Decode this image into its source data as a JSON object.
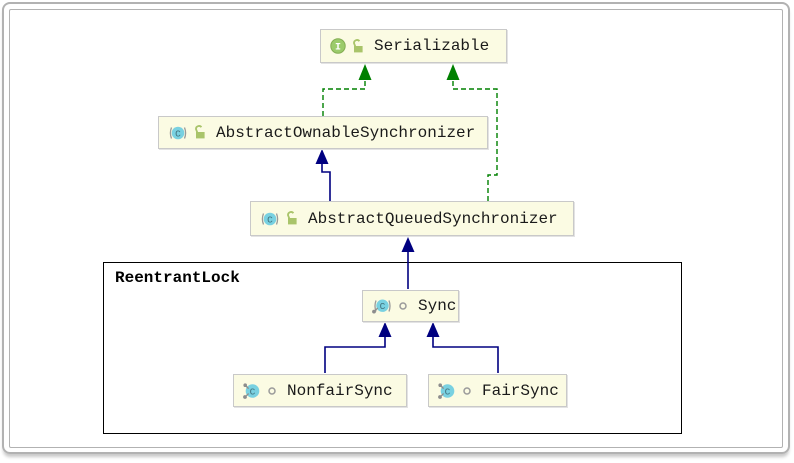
{
  "diagram": {
    "container": {
      "label": "ReentrantLock"
    },
    "nodes": [
      {
        "id": "serializable",
        "name": "Serializable",
        "kind": "interface",
        "modifiers": [],
        "visibility": "public"
      },
      {
        "id": "abstract-ownable-synchronizer",
        "name": "AbstractOwnableSynchronizer",
        "kind": "class",
        "modifiers": [
          "abstract"
        ],
        "visibility": "public"
      },
      {
        "id": "abstract-queued-synchronizer",
        "name": "AbstractQueuedSynchronizer",
        "kind": "class",
        "modifiers": [
          "abstract"
        ],
        "visibility": "public"
      },
      {
        "id": "sync",
        "name": "Sync",
        "kind": "class",
        "modifiers": [
          "abstract",
          "static"
        ],
        "visibility": "package-private"
      },
      {
        "id": "nonfair-sync",
        "name": "NonfairSync",
        "kind": "class",
        "modifiers": [
          "static",
          "final"
        ],
        "visibility": "package-private"
      },
      {
        "id": "fair-sync",
        "name": "FairSync",
        "kind": "class",
        "modifiers": [
          "static",
          "final"
        ],
        "visibility": "package-private"
      }
    ],
    "edges": [
      {
        "from": "AbstractOwnableSynchronizer",
        "to": "Serializable",
        "type": "implements"
      },
      {
        "from": "AbstractQueuedSynchronizer",
        "to": "Serializable",
        "type": "implements"
      },
      {
        "from": "AbstractQueuedSynchronizer",
        "to": "AbstractOwnableSynchronizer",
        "type": "extends"
      },
      {
        "from": "Sync",
        "to": "AbstractQueuedSynchronizer",
        "type": "extends"
      },
      {
        "from": "NonfairSync",
        "to": "Sync",
        "type": "extends"
      },
      {
        "from": "FairSync",
        "to": "Sync",
        "type": "extends"
      }
    ],
    "icons": {
      "interface_letter": "I",
      "class_letter": "C"
    },
    "colors": {
      "node_fill": "#fbfbe3",
      "node_border": "#c9c9c9",
      "extends_arrow": "#000080",
      "implements_arrow": "#008000",
      "interface_icon": "#9bcb6a",
      "class_icon": "#79d1e1",
      "lock_icon": "#a9c46a",
      "container_border": "#000000"
    }
  }
}
